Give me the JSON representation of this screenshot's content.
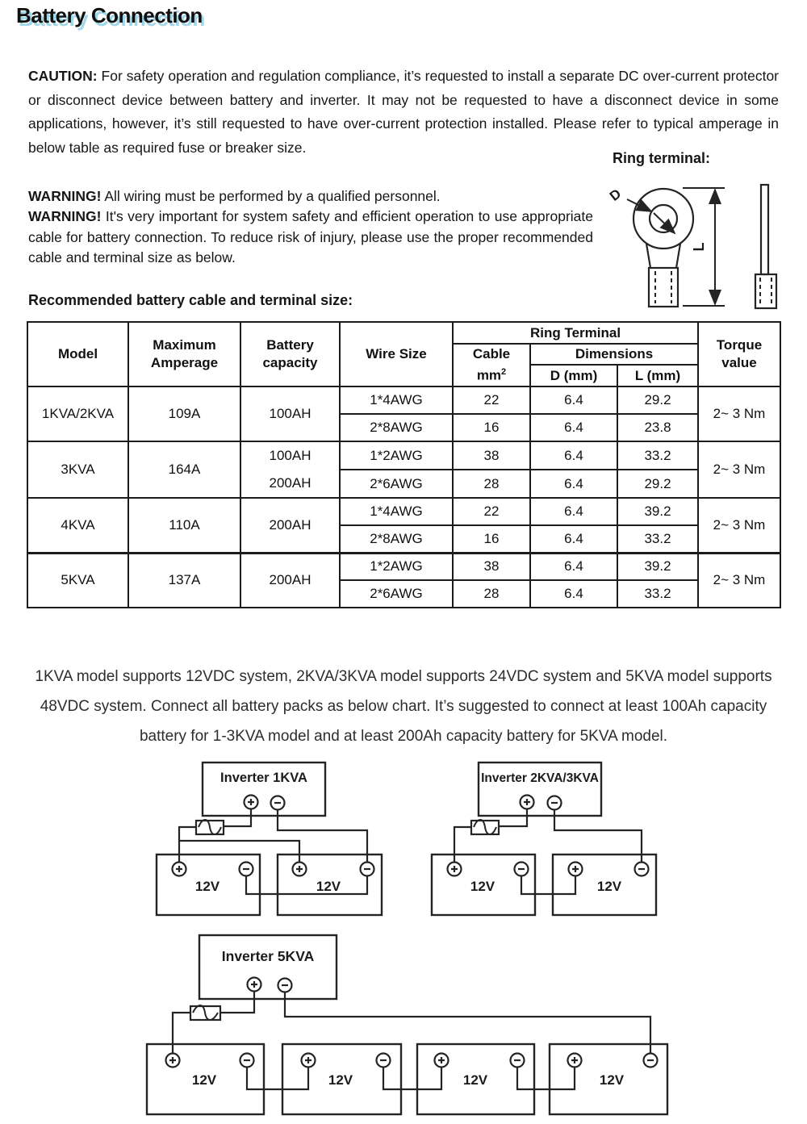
{
  "page": {
    "title": "Battery Connection",
    "caution_label": "CAUTION:",
    "caution_text": "For safety operation and regulation compliance, it’s requested to install a separate DC over-current protector or disconnect device between battery and inverter. It may not be requested to have a disconnect device in some applications, however, it’s still requested to have over-current protection installed. Please refer to typical amperage in below table as required fuse or breaker size.",
    "ring_terminal_label": "Ring terminal:",
    "warning1_label": "WARNING!",
    "warning1_text": "All wiring must be performed by a qualified personnel.",
    "warning2_label": "WARNING!",
    "warning2_text": "It's very important for system safety and efficient operation to use appropriate cable for battery connection. To reduce risk of injury, please use the proper recommended cable and terminal size as below.",
    "table_heading": "Recommended battery cable and terminal size:",
    "note": "1KVA model supports 12VDC system, 2KVA/3KVA model supports 24VDC system and 5KVA model supports 48VDC system. Connect all battery packs as below chart. It’s suggested to connect at least 100Ah capacity battery for 1-3KVA model and at least 200Ah capacity battery for 5KVA model."
  },
  "table": {
    "headers": {
      "model": "Model",
      "max_amperage": "Maximum Amperage",
      "battery_capacity": "Battery capacity",
      "wire_size": "Wire Size",
      "ring_terminal": "Ring Terminal",
      "cable": "Cable",
      "cable_unit": "mm",
      "cable_unit_sup": "2",
      "dimensions": "Dimensions",
      "d_mm": "D (mm)",
      "l_mm": "L (mm)",
      "torque": "Torque value"
    },
    "groups": [
      {
        "model": "1KVA/2KVA",
        "amperage": "109A",
        "capacity": "100AH",
        "torque": "2~ 3  Nm",
        "wires": [
          {
            "size": "1*4AWG",
            "cable": "22",
            "d": "6.4",
            "l": "29.2"
          },
          {
            "size": "2*8AWG",
            "cable": "16",
            "d": "6.4",
            "l": "23.8"
          }
        ]
      },
      {
        "model": "3KVA",
        "amperage": "164A",
        "capacity": "100AH",
        "capacity2": "200AH",
        "torque": "2~ 3  Nm",
        "wires": [
          {
            "size": "1*2AWG",
            "cable": "38",
            "d": "6.4",
            "l": "33.2"
          },
          {
            "size": "2*6AWG",
            "cable": "28",
            "d": "6.4",
            "l": "29.2"
          }
        ]
      },
      {
        "model": "4KVA",
        "amperage": "110A",
        "capacity": "200AH",
        "torque": "2~ 3  Nm",
        "wires": [
          {
            "size": "1*4AWG",
            "cable": "22",
            "d": "6.4",
            "l": "39.2"
          },
          {
            "size": "2*8AWG",
            "cable": "16",
            "d": "6.4",
            "l": "33.2"
          }
        ]
      },
      {
        "model": "5KVA",
        "amperage": "137A",
        "capacity": "200AH",
        "torque": "2~ 3  Nm",
        "wires": [
          {
            "size": "1*2AWG",
            "cable": "38",
            "d": "6.4",
            "l": "39.2"
          },
          {
            "size": "2*6AWG",
            "cable": "28",
            "d": "6.4",
            "l": "33.2"
          }
        ]
      }
    ]
  },
  "ring_diagram": {
    "d_label": "D",
    "l_label": "L"
  },
  "diagrams": {
    "d1": {
      "title": "Inverter 1KVA",
      "batteries": [
        "12V",
        "12V"
      ]
    },
    "d2": {
      "title": "Inverter 2KVA/3KVA",
      "batteries": [
        "12V",
        "12V"
      ]
    },
    "d3": {
      "title": "Inverter 5KVA",
      "batteries": [
        "12V",
        "12V",
        "12V",
        "12V"
      ]
    },
    "colors": {
      "line": "#242424",
      "text": "#1b1b1b"
    }
  }
}
